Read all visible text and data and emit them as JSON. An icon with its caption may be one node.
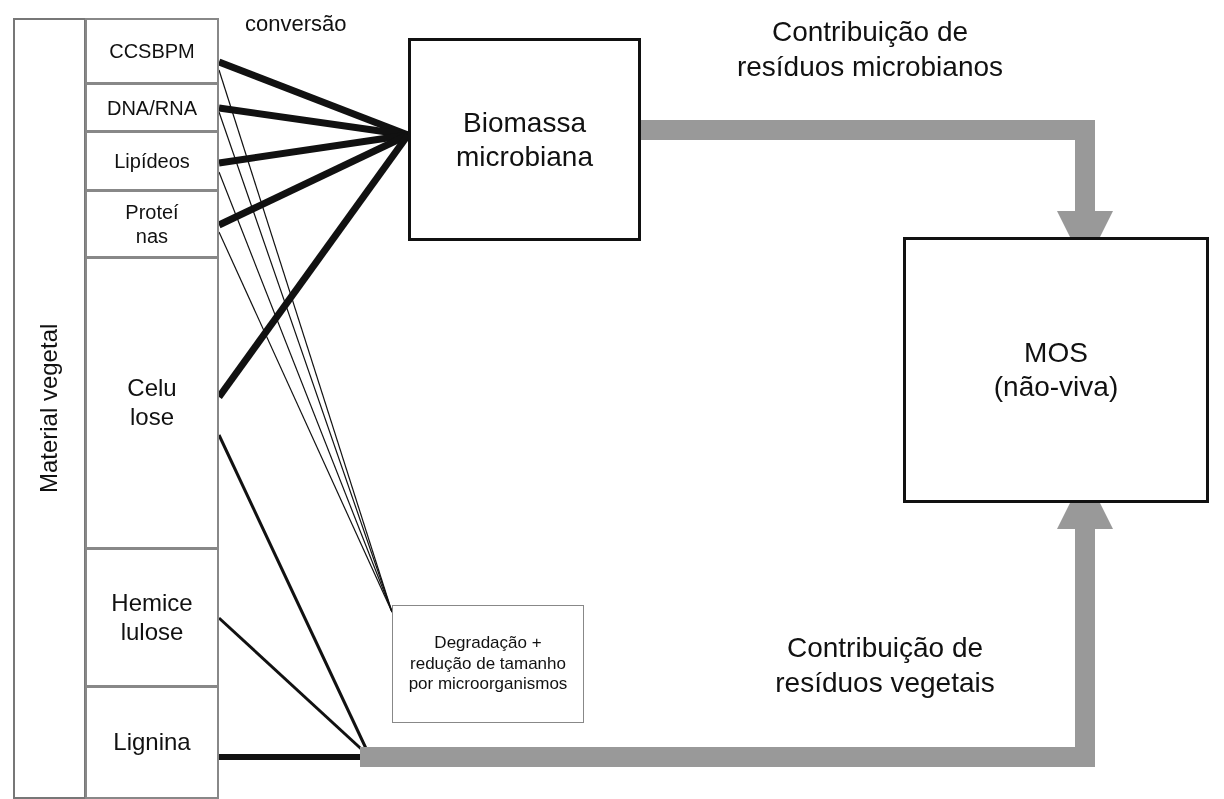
{
  "diagram": {
    "nodes": [
      {
        "text": [
          "Material vegetal"
        ]
      },
      {
        "text": [
          "CCSBPM"
        ]
      },
      {
        "text": [
          "DNA/RNA"
        ]
      },
      {
        "text": [
          "Lipídeos"
        ]
      },
      {
        "text": [
          "Proteí nas"
        ]
      },
      {
        "text": [
          "Celu lose"
        ]
      },
      {
        "text": [
          "Hemice lulose"
        ]
      },
      {
        "text": [
          "Lignina"
        ]
      },
      {
        "text": [
          "Biomassa microbiana"
        ]
      },
      {
        "text": [
          "Degradação + redução de tamanho por microorganismos"
        ]
      },
      {
        "text": [
          "MOS (não-viva)"
        ]
      }
    ],
    "edges": [
      {
        "from": 1,
        "to": 8,
        "arrow": "none"
      },
      {
        "from": 2,
        "to": 8,
        "arrow": "none"
      },
      {
        "from": 3,
        "to": 8,
        "arrow": "none"
      },
      {
        "from": 4,
        "to": 8,
        "arrow": "none"
      },
      {
        "from": 5,
        "to": 8,
        "arrow": "none"
      },
      {
        "from": 1,
        "to": 9,
        "arrow": "none"
      },
      {
        "from": 2,
        "to": 9,
        "arrow": "none"
      },
      {
        "from": 3,
        "to": 9,
        "arrow": "none"
      },
      {
        "from": 4,
        "to": 9,
        "arrow": "none"
      },
      {
        "from": 8,
        "to": 10,
        "arrow": "to",
        "label": "Contribuição de resíduos microbianos",
        "style": "thick",
        "color": "#999999"
      },
      {
        "from": 5,
        "to": 10,
        "arrow": "to",
        "label": "Contribuição de resíduos vegetais",
        "style": "thick",
        "color": "#999999"
      },
      {
        "from": 6,
        "to": 10,
        "arrow": "to",
        "style": "thick",
        "color": "#999999"
      },
      {
        "from": 7,
        "to": 10,
        "arrow": "to",
        "style": "thick",
        "color": "#999999"
      }
    ],
    "labels": [
      "conversão"
    ]
  }
}
